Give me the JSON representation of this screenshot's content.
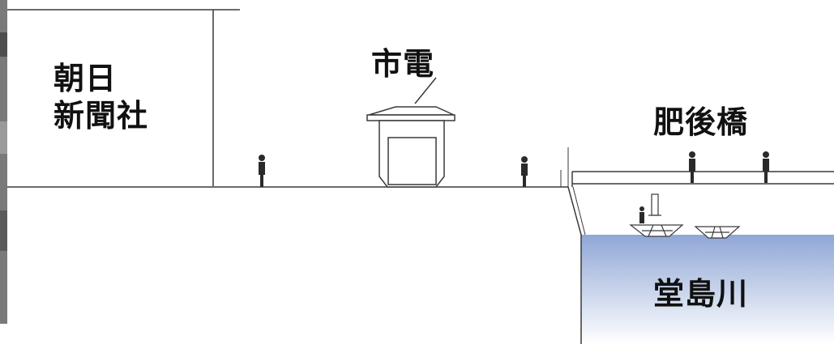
{
  "labels": {
    "asahi_line1": "朝日",
    "asahi_line2": "新聞社",
    "shiden": "市電",
    "higo_bridge": "肥後橋",
    "dojima_river": "堂島川"
  },
  "colors": {
    "line": "#3a3a3a",
    "text": "#111111",
    "water_top": "#8fa7d6",
    "water_bottom": "#ffffff",
    "background": "#ffffff"
  }
}
